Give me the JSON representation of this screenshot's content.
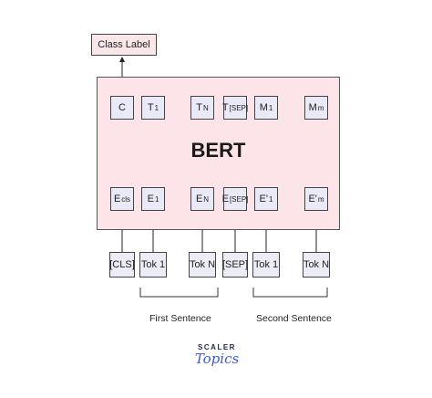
{
  "class_label": "Class Label",
  "model_name": "BERT",
  "outputs": [
    {
      "main": "C",
      "sub": ""
    },
    {
      "main": "T",
      "sub": "1"
    },
    {
      "main": "T",
      "sub": "N"
    },
    {
      "main": "T",
      "sub": "[SEP]"
    },
    {
      "main": "M",
      "sub": "1"
    },
    {
      "main": "M",
      "sub": "m"
    }
  ],
  "embeddings": [
    {
      "main": "E",
      "sub": "cls"
    },
    {
      "main": "E",
      "sub": "1"
    },
    {
      "main": "E",
      "sub": "N"
    },
    {
      "main": "E",
      "sub": "[SEP]"
    },
    {
      "main": "E'",
      "sub": "1"
    },
    {
      "main": "E'",
      "sub": "m"
    }
  ],
  "tokens": [
    "[CLS]",
    "Tok 1",
    "Tok N",
    "[SEP]",
    "Tok 1",
    "Tok N"
  ],
  "brackets": {
    "first": "First Sentence",
    "second": "Second Sentence"
  },
  "logo": {
    "top": "SCALER",
    "bottom": "Topics"
  },
  "colors": {
    "bert_fill": "#fce4e8",
    "box_fill": "#e9e9f7",
    "logo_blue": "#3a5bd9"
  }
}
